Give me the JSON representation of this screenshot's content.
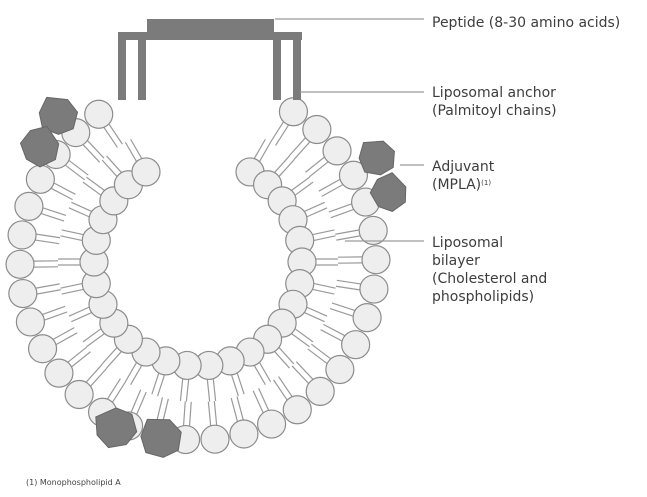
{
  "labels": {
    "peptide": "Peptide (8-30 amino acids)",
    "anchor_line1": "Liposomal anchor",
    "anchor_line2": "(Palmitoyl chains)",
    "adjuvant_line1": "Adjuvant",
    "adjuvant_line2": "(MPLA)",
    "adjuvant_sup": "(1)",
    "bilayer_line1": "Liposomal",
    "bilayer_line2": "bilayer",
    "bilayer_line3": "(Cholesterol and",
    "bilayer_line4": "phospholipids)"
  },
  "footnote": "(1) Monophospholipid A",
  "colors": {
    "head_fill": "#eeeeee",
    "head_stroke": "#8c8c8c",
    "tail": "#9a9a9a",
    "dark": "#7b7b7b",
    "text": "#3d3d3d",
    "leader": "#9a9a9a"
  }
}
